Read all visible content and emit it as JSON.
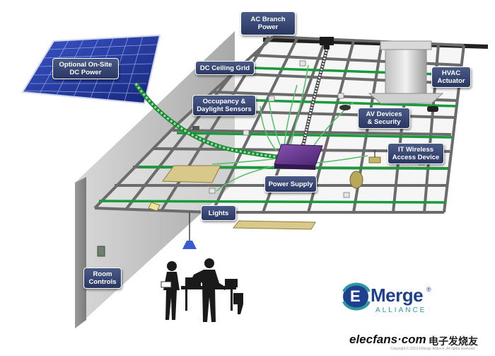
{
  "labels": {
    "ac_branch_power": "AC Branch\nPower",
    "onsite_dc_power": "Optional On-Site\nDC Power",
    "dc_ceiling_grid": "DC Ceiling Grid",
    "hvac_actuator": "HVAC\nActuator",
    "occupancy_sensors": "Occupancy &\nDaylight Sensors",
    "av_devices": "AV Devices\n& Security",
    "it_wireless": "IT Wireless\nAccess Device",
    "power_supply": "Power Supply",
    "lights": "Lights",
    "room_controls": "Room\nControls"
  },
  "logo": {
    "letter": "E",
    "brand": "Merge",
    "registered": "®",
    "sub": "ALLIANCE"
  },
  "watermark": {
    "site": "elecfans·com",
    "cn": "电子发烧友",
    "copyright": "Copyright © 2010 EMerge Alliance. All rights reserved"
  },
  "colors": {
    "label_bg": "#34406e",
    "grid": "#6b6b6b",
    "green_rail": "#1a9a3a",
    "wall": "#b8b8b8",
    "logo_blue": "#1f3f8f",
    "logo_teal": "#2a9aa0"
  }
}
